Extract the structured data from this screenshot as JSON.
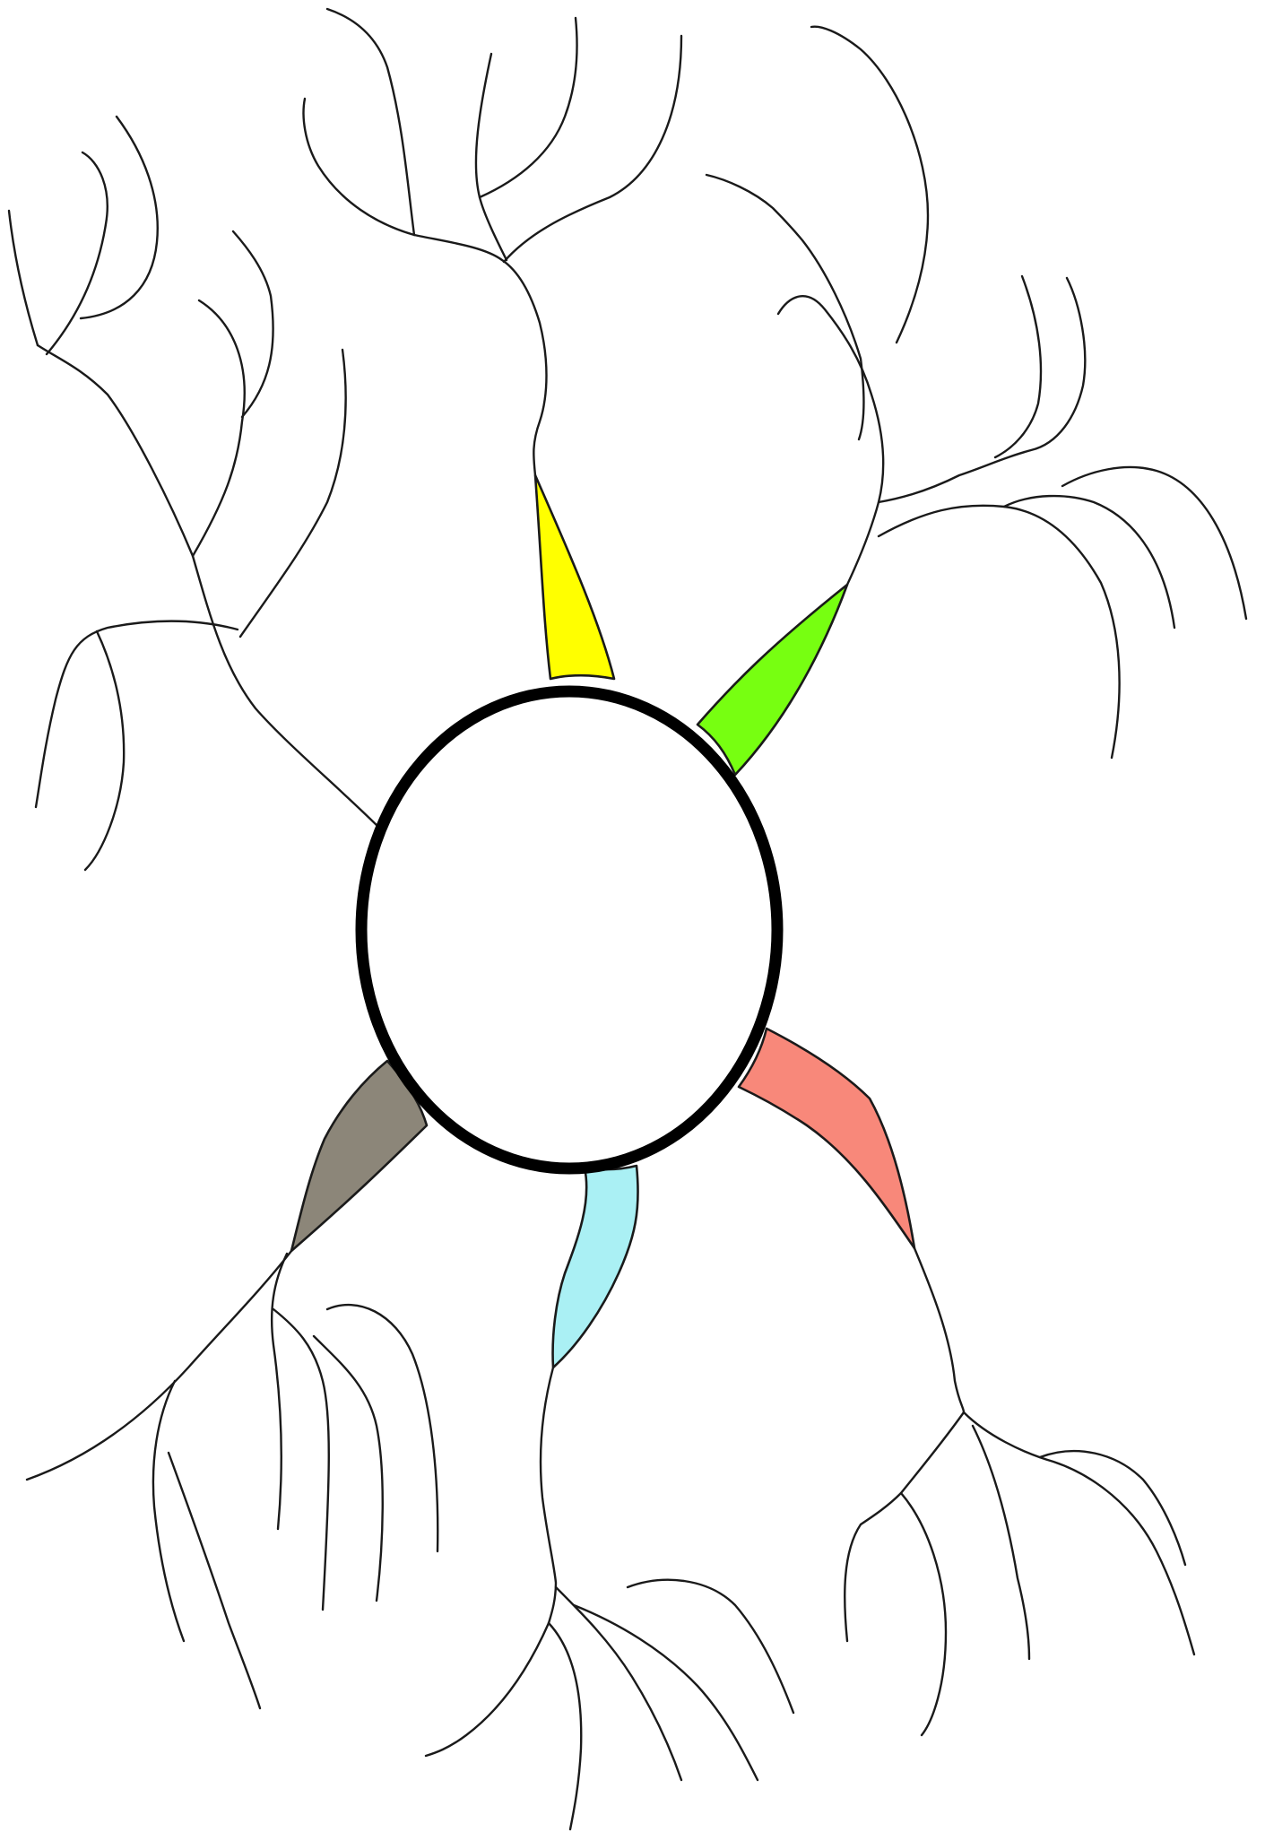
{
  "background_color": "#ffffff",
  "ink_color": "#1a1a1a",
  "central_node": {
    "fill": "#ffffff",
    "stroke": "#000000",
    "text": ""
  },
  "main_branches": [
    {
      "id": "yellow",
      "color": "#ffff00"
    },
    {
      "id": "green",
      "color": "#77ff11"
    },
    {
      "id": "red",
      "color": "#f8887a"
    },
    {
      "id": "blue",
      "color": "#aaf0f4"
    },
    {
      "id": "gray",
      "color": "#8c8679"
    }
  ]
}
